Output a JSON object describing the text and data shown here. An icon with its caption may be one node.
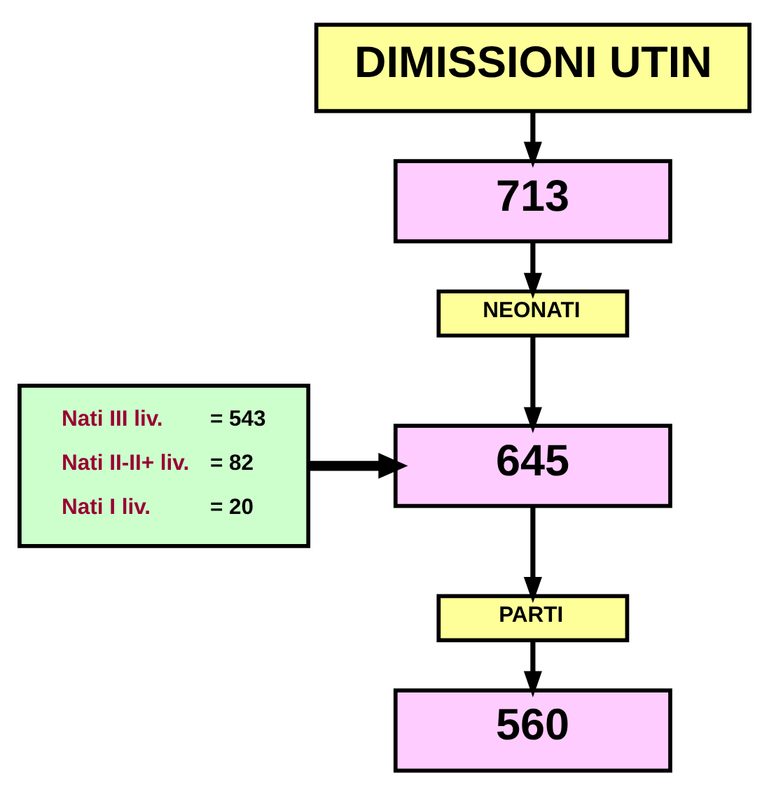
{
  "diagram": {
    "nodes": [
      {
        "text": [
          "DIMISSIONI UTIN"
        ]
      },
      {
        "text": [
          "713"
        ]
      },
      {
        "text": [
          "NEONATI"
        ]
      },
      {
        "text": [
          "645"
        ]
      },
      {
        "text": [
          "Nati III liv.",
          "= 543",
          "Nati II-II+ liv.",
          "= 82",
          "Nati I liv.",
          "= 20"
        ]
      },
      {
        "text": [
          "PARTI"
        ]
      },
      {
        "text": [
          "560"
        ]
      }
    ],
    "edges": [
      {
        "from": 0,
        "to": 1,
        "arrow": "to"
      },
      {
        "from": 1,
        "to": 2,
        "arrow": "to"
      },
      {
        "from": 2,
        "to": 3,
        "arrow": "to"
      },
      {
        "from": 4,
        "to": 3,
        "arrow": "to",
        "style": "thick"
      },
      {
        "from": 3,
        "to": 5,
        "arrow": "to"
      },
      {
        "from": 5,
        "to": 6,
        "arrow": "to"
      }
    ]
  }
}
